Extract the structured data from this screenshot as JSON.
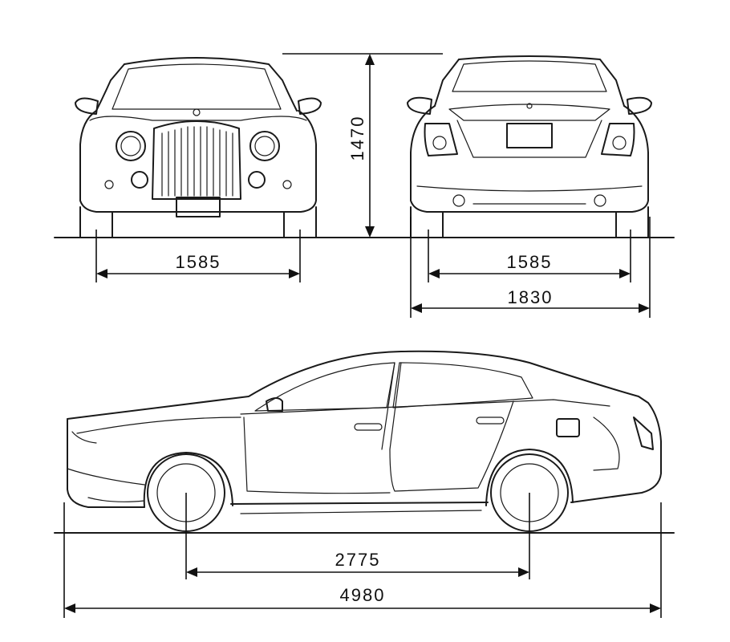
{
  "dimensions": {
    "front_track": "1585",
    "rear_track": "1585",
    "overall_width": "1830",
    "overall_height": "1470",
    "wheelbase": "2775",
    "overall_length": "4980"
  }
}
